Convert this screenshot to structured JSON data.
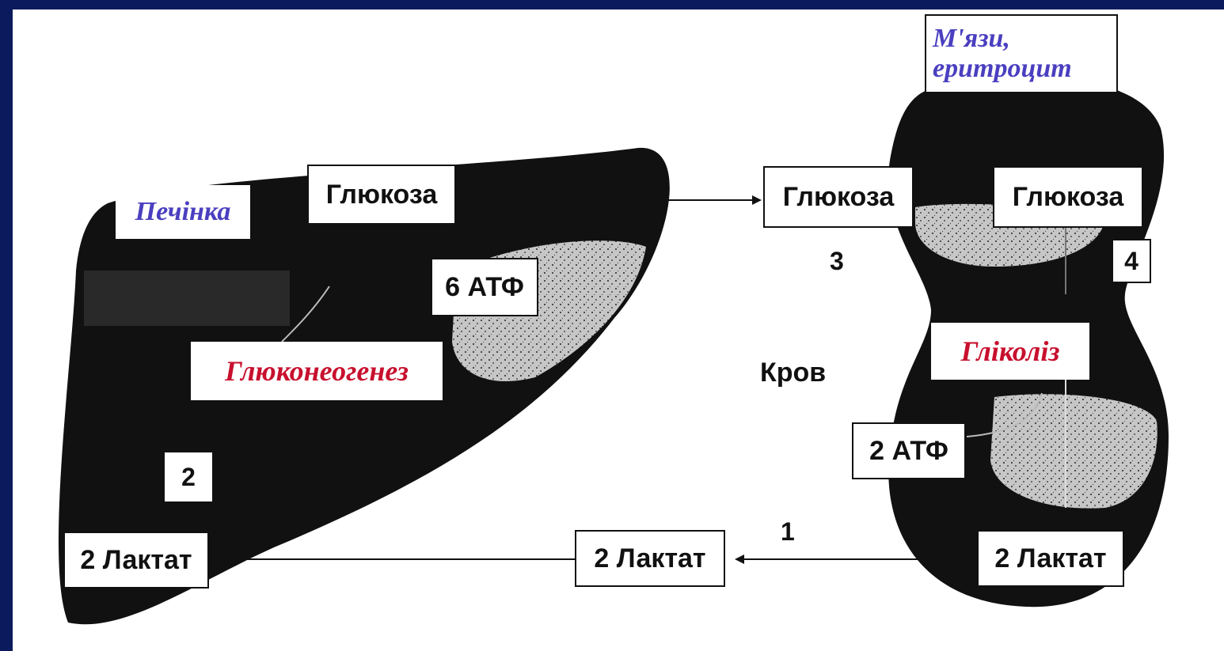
{
  "colors": {
    "frame": "#0a1a5c",
    "organ": "#111111",
    "organ_label": "#4a3fc0",
    "process_label": "#c8102e"
  },
  "liver": {
    "label": "Печінка",
    "glucose": "Глюкоза",
    "atp": "6 АТФ",
    "process": "Глюконеогенез",
    "step": "2",
    "lactate": "2 Лактат"
  },
  "blood": {
    "label": "Кров",
    "glucose": "Глюкоза",
    "lactate": "2 Лактат",
    "step_top": "3",
    "step_bottom": "1"
  },
  "muscle": {
    "label_line1": "М'язи,",
    "label_line2": "еритроцит",
    "glucose": "Глюкоза",
    "step": "4",
    "process": "Гліколіз",
    "atp": "2 АТФ",
    "lactate": "2 Лактат"
  }
}
